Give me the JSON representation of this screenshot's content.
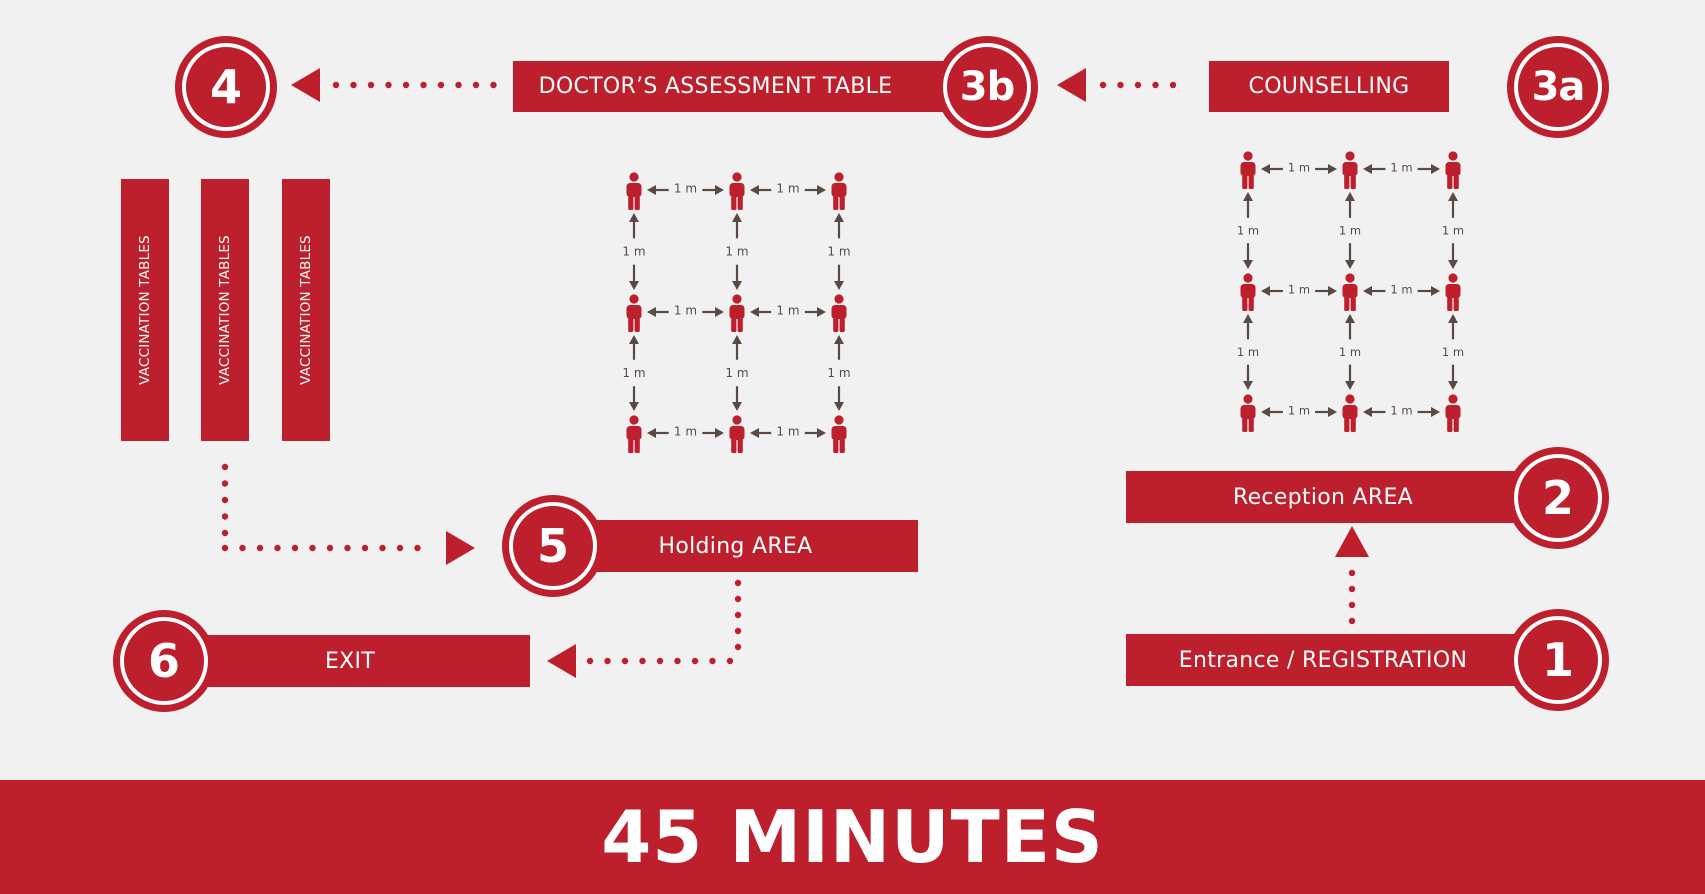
{
  "steps": {
    "s1": {
      "number": "1",
      "label": "Entrance / REGISTRATION"
    },
    "s2": {
      "number": "2",
      "label": "Reception AREA"
    },
    "s3a": {
      "number": "3a",
      "label": "COUNSELLING"
    },
    "s3b": {
      "number": "3b",
      "label": "DOCTOR’S ASSESSMENT TABLE"
    },
    "s4": {
      "number": "4"
    },
    "s5": {
      "number": "5",
      "label": "Holding AREA"
    },
    "s6": {
      "number": "6",
      "label": "EXIT"
    }
  },
  "vaccination_tables": [
    "VACCINATION TABLES",
    "VACCINATION TABLES",
    "VACCINATION TABLES"
  ],
  "distance_label": "1 m",
  "grid": {
    "rows": 3,
    "cols": 3
  },
  "duration": "45 MINUTES",
  "icons": {
    "person": "person-icon",
    "arrow": "arrow-icon"
  },
  "colors": {
    "brand": "#bd1f2d",
    "background": "#f1f1f1",
    "arrow": "#5a4a46",
    "text": "#ffffff"
  }
}
